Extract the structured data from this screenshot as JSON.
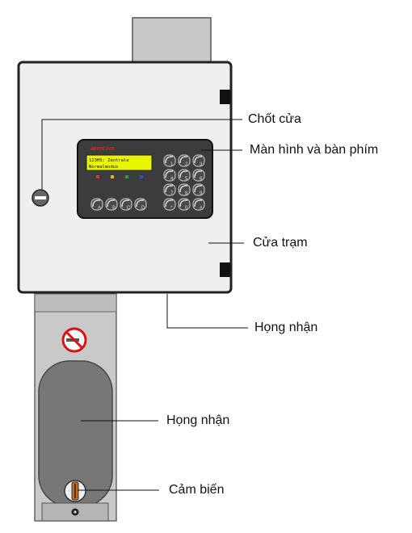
{
  "labels": {
    "door_latch": "Chốt cửa",
    "screen_keypad": "Màn hình và bàn phím",
    "station_door": "Cửa trạm",
    "receiver_throat_upper": "Họng nhận",
    "receiver_throat_lower": "Họng nhận",
    "sensor": "Cảm biến"
  },
  "device": {
    "brand": "aerocom",
    "lcd_line1": "123HS: Zentrale",
    "lcd_line2": "Normalmodus",
    "keys": [
      "1",
      "2",
      "3",
      "4",
      "5",
      "6",
      "7",
      "8",
      "9",
      "*",
      "0",
      "#"
    ],
    "function_keys": [
      "A",
      "B",
      "C",
      "D"
    ],
    "led_colors": [
      "#d83a2a",
      "#e8b400",
      "#2aa02a",
      "#2a4ad8"
    ]
  },
  "colors": {
    "panel": "#efefef",
    "body": "#cccccc",
    "tube": "#767676",
    "keypad": "#3c3c3c",
    "lcd": "#e8f400"
  }
}
